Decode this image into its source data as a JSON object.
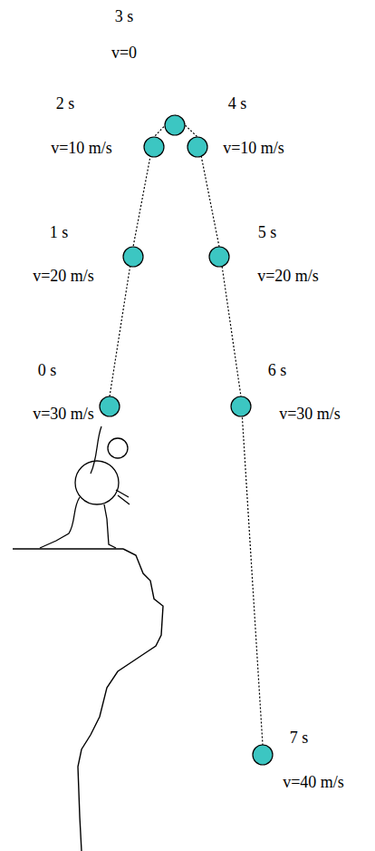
{
  "diagram": {
    "labels": [
      "3 s",
      "v=0",
      "2 s",
      "v=10 m/s",
      "4 s",
      "v=10 m/s",
      "1 s",
      "v=20 m/s",
      "5 s",
      "v=20 m/s",
      "0 s",
      "v=30 m/s",
      "6 s",
      "v=30 m/s",
      "7 s",
      "v=40 m/s"
    ]
  }
}
